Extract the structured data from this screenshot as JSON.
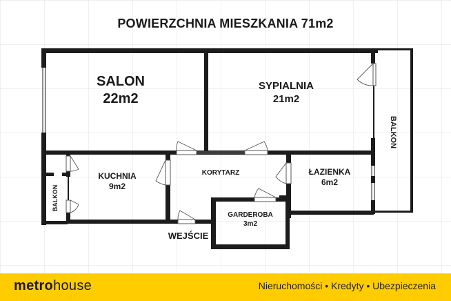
{
  "plan": {
    "title": "POWIERZCHNIA MIESZKANIA 71m2",
    "rooms": [
      {
        "name": "SALON",
        "area": "22m2"
      },
      {
        "name": "SYPIALNIA",
        "area": "21m2"
      },
      {
        "name": "KUCHNIA",
        "area": "9m2"
      },
      {
        "name": "KORYTARZ",
        "area": ""
      },
      {
        "name": "ŁAZIENKA",
        "area": "6m2"
      },
      {
        "name": "GARDEROBA",
        "area": "3m2"
      }
    ],
    "balconies": [
      {
        "name": "BALKON",
        "position": "right"
      },
      {
        "name": "BALKON",
        "position": "left"
      }
    ],
    "entrance": "WEJŚCIE"
  },
  "footer": {
    "brand_bold": "metro",
    "brand_light": "house",
    "tagline": "Nieruchomości • Kredyty • Ubezpieczenia",
    "background_color": "#ffcc00"
  }
}
